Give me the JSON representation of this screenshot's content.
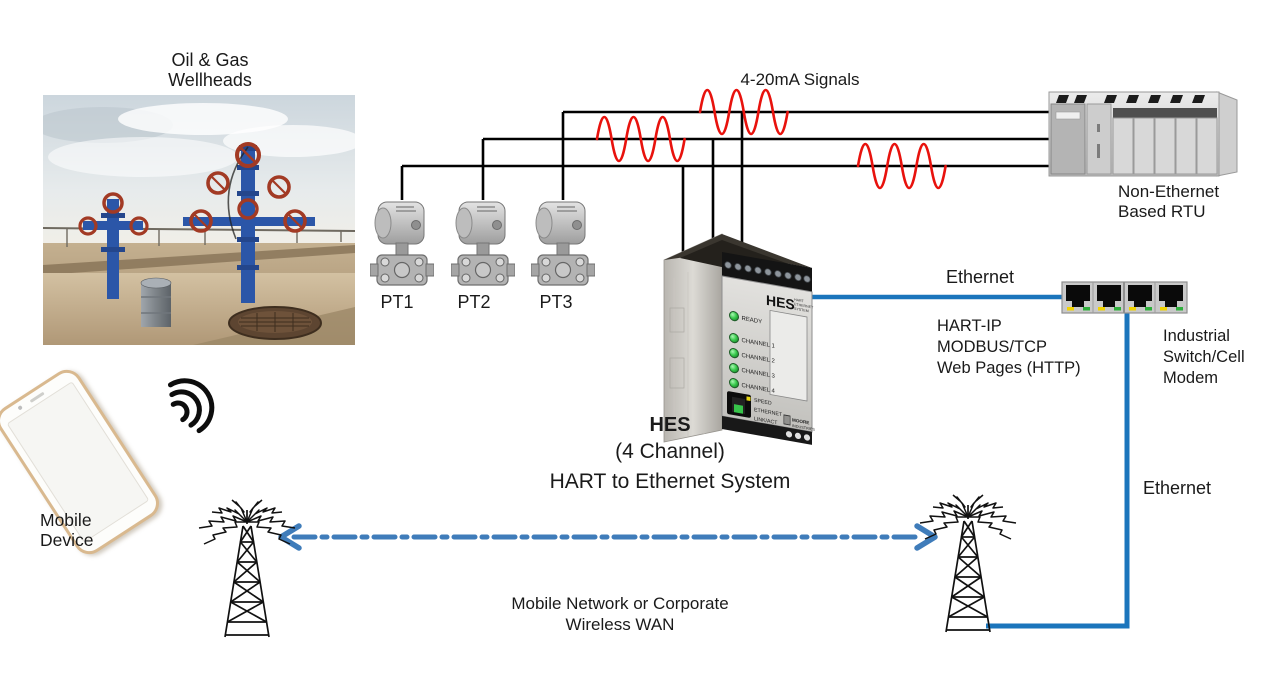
{
  "labels": {
    "wellheads_line1": "Oil & Gas",
    "wellheads_line2": "Wellheads",
    "signals": "4-20mA Signals",
    "rtu_line1": "Non-Ethernet",
    "rtu_line2": "Based RTU",
    "ethernet_top": "Ethernet",
    "ethernet_right": "Ethernet",
    "protocols_line1": "HART-IP",
    "protocols_line2": "MODBUS/TCP",
    "protocols_line3": "Web Pages (HTTP)",
    "switch_line1": "Industrial",
    "switch_line2": "Switch/Cell",
    "switch_line3": "Modem",
    "mobile_line1": "Mobile",
    "mobile_line2": "Device",
    "wan_line1": "Mobile Network or Corporate",
    "wan_line2": "Wireless WAN"
  },
  "transmitters": {
    "pt1": "PT1",
    "pt2": "PT2",
    "pt3": "PT3"
  },
  "hes_caption": {
    "title": "HES",
    "subtitle": "(4 Channel)",
    "description": "HART to Ethernet System"
  },
  "hes_device": {
    "logo": "HES",
    "logo_sub_line1": "HART",
    "logo_sub_line2": "ETHERNET",
    "logo_sub_line3": "SYSTEM",
    "led_ready": "READY",
    "led_ch1": "CHANNEL 1",
    "led_ch2": "CHANNEL 2",
    "led_ch3": "CHANNEL 3",
    "led_ch4": "CHANNEL 4",
    "port_label_1": "SPEED",
    "port_label_2": "ETHERNET",
    "port_label_3": "LINK/ACT",
    "brand_line1": "MOORE",
    "brand_line2": "INDUSTRIES"
  },
  "colors": {
    "wire_black": "#000000",
    "signal_red": "#e8120d",
    "ethernet_blue": "#1b75bc",
    "wan_blue": "#3f7cba",
    "led_green": "#38c94c"
  }
}
